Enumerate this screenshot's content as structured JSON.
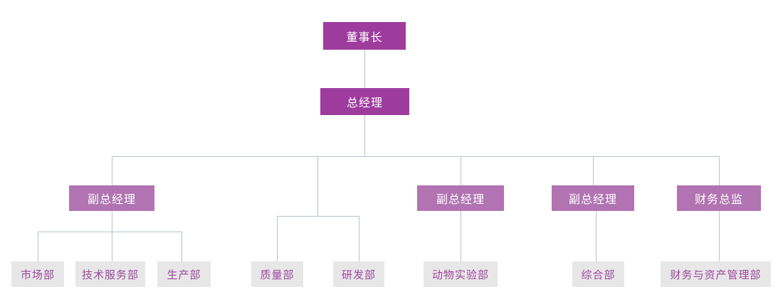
{
  "colors": {
    "box-primary": "#9E3C9E",
    "box-secondary": "#B173B1",
    "box-muted": "#E8E7E8",
    "text-on-primary": "#FFFFFF",
    "text-purple": "#9C479C",
    "connector": "#B7C4CF"
  },
  "org": {
    "chairman": {
      "label": "董事长"
    },
    "general_manager": {
      "label": "总经理"
    },
    "executives": [
      {
        "label": "副总经理"
      },
      {
        "label": "副总经理"
      },
      {
        "label": "副总经理"
      },
      {
        "label": "财务总监"
      }
    ],
    "departments": [
      {
        "label": "市场部"
      },
      {
        "label": "技术服务部"
      },
      {
        "label": "生产部"
      },
      {
        "label": "质量部"
      },
      {
        "label": "研发部"
      },
      {
        "label": "动物实验部"
      },
      {
        "label": "综合部"
      },
      {
        "label": "财务与资产管理部"
      }
    ]
  }
}
